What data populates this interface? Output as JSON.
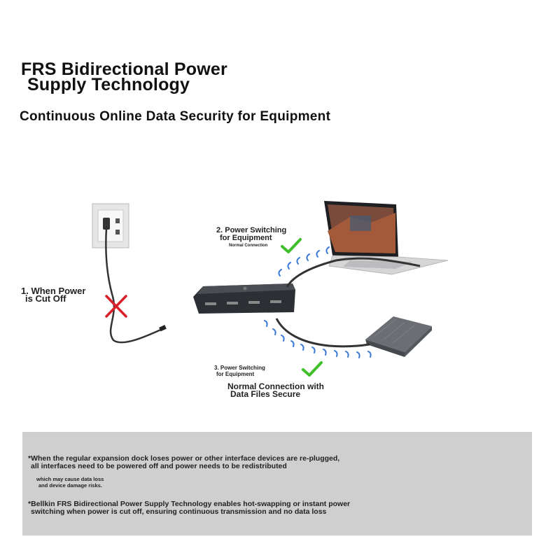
{
  "header": {
    "title_line1": "FRS Bidirectional Power",
    "title_line2": "Supply Technology",
    "subtitle": "Continuous Online Data Security for Equipment"
  },
  "diagram": {
    "step1_line1": "1. When Power",
    "step1_line2": "is Cut Off",
    "step2_line1": "2. Power Switching",
    "step2_line2": "for Equipment",
    "step2_note": "Normal Connection",
    "step3_line1": "3. Power Switching",
    "step3_line2": "for Equipment",
    "result_line1": "Normal Connection with",
    "result_line2": "Data Files Secure"
  },
  "notes": {
    "note1_line1": "*When the regular expansion dock loses power or other interface devices are re-plugged,",
    "note1_line2": "all interfaces need to be powered off and power needs to be redistributed",
    "note2_line1": "which may cause data loss",
    "note2_line2": "and device damage risks.",
    "note3_line1": "*Bellkin FRS Bidirectional Power Supply Technology enables hot-swapping or instant power",
    "note3_line2": "switching when power is cut off, ensuring continuous transmission and no data loss"
  },
  "colors": {
    "fail": "#d9202a",
    "ok": "#3fbf2a",
    "signal": "#3a78d8",
    "panel": "#cfcfcf"
  }
}
